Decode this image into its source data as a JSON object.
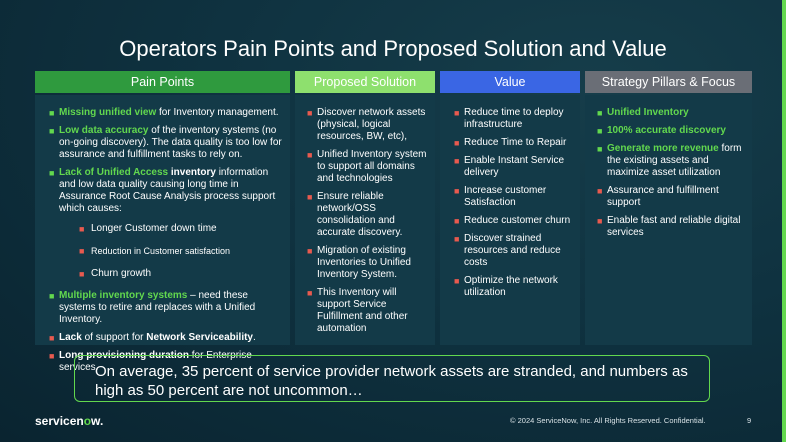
{
  "slide": {
    "title": "Operators Pain Points and Proposed Solution and Value",
    "colors": {
      "background": "#0d2c38",
      "green": "#62d84e",
      "proposed_header": "#8ee06e",
      "value_header": "#3a66e4",
      "strategy_header": "#6a6e76",
      "bullet_red": "#e85a4f"
    }
  },
  "columns": {
    "pain_points": {
      "header": "Pain Points",
      "items": [
        {
          "highlight": "Missing unified view",
          "rest": " for Inventory management."
        },
        {
          "highlight": "Low data accuracy",
          "rest": " of the inventory systems (no on-going discovery). The data quality is too low for assurance and fulfillment tasks to rely on."
        },
        {
          "highlight": "Lack of Unified Access",
          "bold": " inventory",
          "rest": " information and low data quality causing long time in Assurance Root Cause Analysis process support which causes:"
        }
      ],
      "sub_items": [
        "Longer Customer down time",
        "Reduction in Customer satisfaction",
        "Churn growth"
      ],
      "items2": [
        {
          "highlight": "Multiple inventory systems",
          "rest": " – need these systems to retire and replaces with a Unified Inventory."
        },
        {
          "bold_a": "Lack",
          "mid": " of support for ",
          "bold_b": "Network Serviceability",
          "end": "."
        },
        {
          "bold_a": "Long provisioning duration",
          "mid": " for Enterprise services.",
          "bold_b": "",
          "end": ""
        }
      ]
    },
    "proposed_solution": {
      "header": "Proposed Solution",
      "items": [
        "Discover network assets (physical, logical resources, BW, etc),",
        "Unified Inventory system to support all domains and technologies",
        "Ensure reliable network/OSS consolidation and accurate discovery.",
        "Migration of existing Inventories to Unified Inventory System.",
        "This Inventory will support Service Fulfillment and other automation"
      ]
    },
    "value": {
      "header": "Value",
      "items": [
        "Reduce time to deploy infrastructure",
        "Reduce Time to Repair",
        "Enable Instant Service delivery",
        "Increase customer Satisfaction",
        "Reduce customer churn",
        "Discover strained resources and reduce costs",
        "Optimize the network utilization"
      ]
    },
    "strategy": {
      "header": "Strategy Pillars & Focus Areas",
      "items": [
        {
          "green": "Unified Inventory",
          "rest": ""
        },
        {
          "green": "100% accurate discovery",
          "rest": ""
        },
        {
          "green": "Generate more revenue",
          "rest": " form the existing assets and maximize asset utilization"
        },
        {
          "green": "",
          "rest": "Assurance and fulfillment support"
        },
        {
          "green": "",
          "rest": "Enable fast and reliable digital services"
        }
      ]
    }
  },
  "callout": "On average, 35 percent of service provider network assets are stranded, and numbers as high as 50 percent are not uncommon…",
  "footer": {
    "logo_a": "servicen",
    "logo_o": "o",
    "logo_b": "w",
    "logo_dot": ".",
    "copyright": "© 2024 ServiceNow, Inc. All Rights Reserved. Confidential.",
    "page": "9"
  }
}
